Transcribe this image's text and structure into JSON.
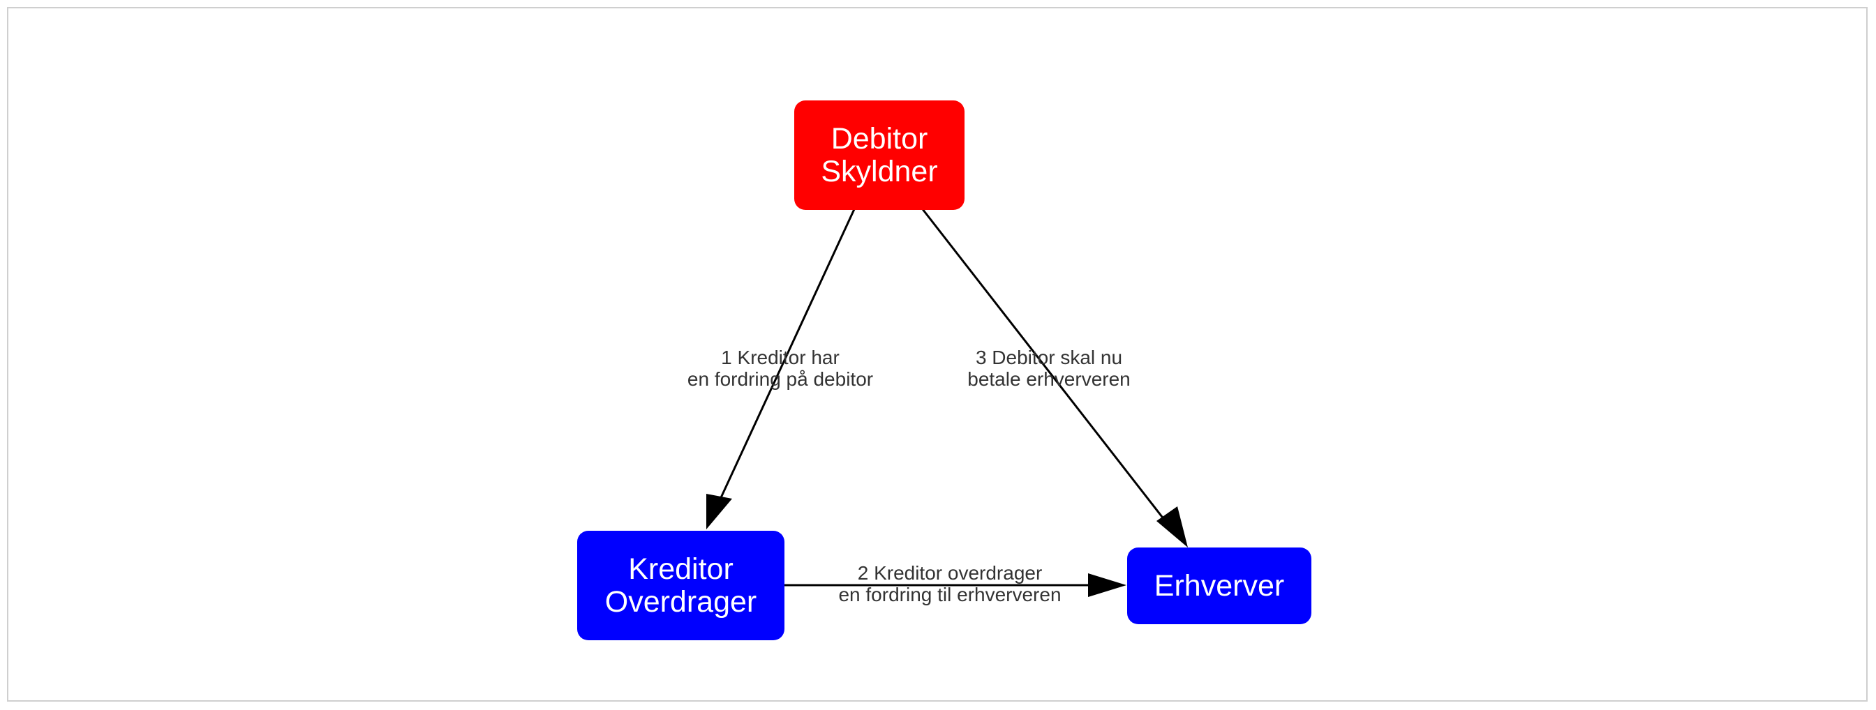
{
  "colors": {
    "debtor_node": "#ff0000",
    "party_node": "#0000ff",
    "node_text": "#ffffff",
    "edge": "#000000",
    "edge_label": "#333333",
    "frame_border": "#cfcfcf"
  },
  "nodes": {
    "debitor": {
      "line1": "Debitor",
      "line2": "Skyldner"
    },
    "kreditor": {
      "line1": "Kreditor",
      "line2": "Overdrager"
    },
    "erhverver": {
      "line1": "Erhverver"
    }
  },
  "edges": {
    "e1": {
      "line1": "1 Kreditor har",
      "line2": "en fordring på debitor"
    },
    "e2": {
      "line1": "2 Kreditor overdrager",
      "line2": "en fordring til erhververen"
    },
    "e3": {
      "line1": "3 Debitor skal nu",
      "line2": "betale erhververen"
    }
  }
}
